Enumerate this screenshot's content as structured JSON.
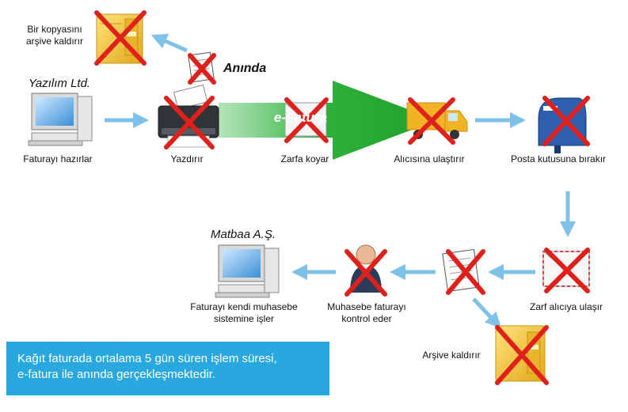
{
  "labels": {
    "archive_top": "Bir kopyasını\narşive kaldırır",
    "aninda": "Anında",
    "sender_company": "Yazılım Ltd.",
    "step_prepare": "Faturayı hazırlar",
    "step_print": "Yazdırır",
    "step_envelope": "Zarfa koyar",
    "step_delivery": "Alıcısına ulaştırır",
    "step_mailbox": "Posta kutusuna bırakır",
    "efatura": "e-Fatura",
    "receiver_company": "Matbaa A.Ş.",
    "step_reach": "Zarf alıcıya ulaşır",
    "step_accounting_check": "Muhasebe faturayı\nkontrol eder",
    "step_process": "Faturayı kendi muhasebe\nsistemine işler",
    "archive_bottom": "Arşive kaldırır"
  },
  "info_box": {
    "text": "Kağıt faturada ortalama 5 gün süren işlem süresi,\ne-fatura ile anında gerçekleşmektedir."
  },
  "colors": {
    "arrow_blue": "#7fc1e8",
    "cross_red": "#e0201b",
    "efatura_green": "#2fb23b",
    "info_blue": "#29a8df",
    "folder_yellow": "#f2c230"
  }
}
